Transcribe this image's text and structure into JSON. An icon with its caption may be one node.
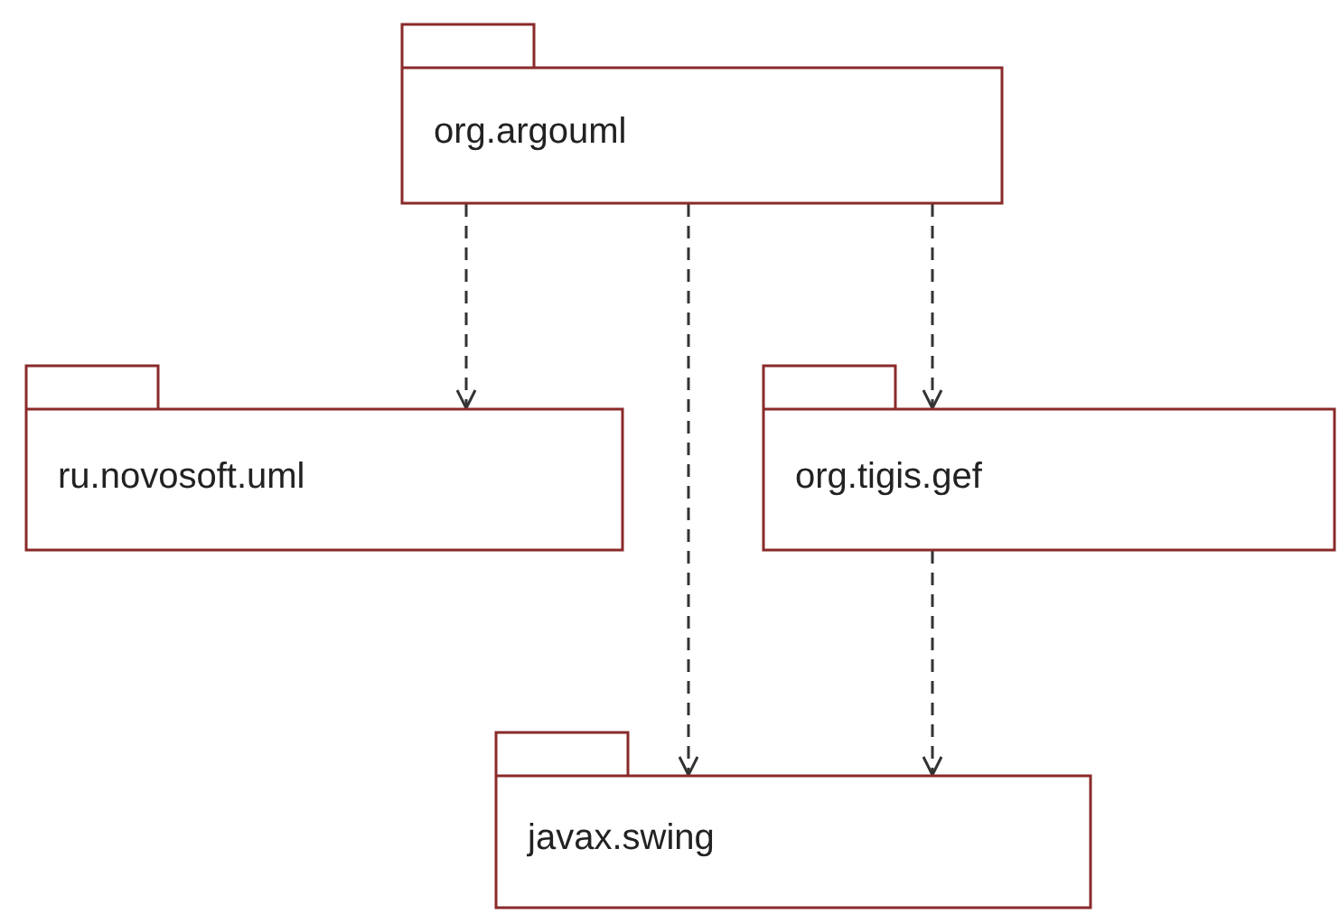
{
  "diagram": {
    "nodes": [
      {
        "text": [
          "org.argouml"
        ]
      },
      {
        "text": [
          "ru.novosoft.uml"
        ]
      },
      {
        "text": [
          "org.tigis.gef"
        ]
      },
      {
        "text": [
          "javax.swing"
        ]
      }
    ],
    "edges": [
      {
        "from": 0,
        "to": 1,
        "arrow": "to",
        "style": "dashed"
      },
      {
        "from": 0,
        "to": 3,
        "arrow": "to",
        "style": "dashed"
      },
      {
        "from": 0,
        "to": 2,
        "arrow": "to",
        "style": "dashed"
      },
      {
        "from": 2,
        "to": 3,
        "arrow": "to",
        "style": "dashed"
      }
    ]
  }
}
